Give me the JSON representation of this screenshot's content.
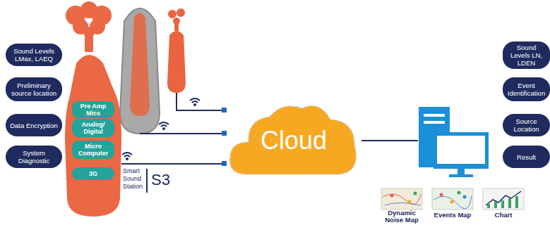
{
  "diagram": {
    "nodes": [
      {
        "text": [
          "Sound Levels LMax, LAEQ"
        ]
      },
      {
        "text": [
          "Preliminary source location"
        ]
      },
      {
        "text": [
          "Data Encryption"
        ]
      },
      {
        "text": [
          "System Diagnostic"
        ]
      },
      {
        "text": [
          "Pre Amp Mics"
        ]
      },
      {
        "text": [
          "Analog/ Digital"
        ]
      },
      {
        "text": [
          "Micro Computer"
        ]
      },
      {
        "text": [
          "3G"
        ]
      },
      {
        "text": [
          "Cloud"
        ]
      },
      {
        "text": [
          "Sound Levels LN, LDEN"
        ]
      },
      {
        "text": [
          "Event Identification"
        ]
      },
      {
        "text": [
          "Source Location"
        ]
      },
      {
        "text": [
          "Result"
        ]
      }
    ],
    "labels": [
      "Smart Sound Station",
      "S3",
      "Dynamic Noise Map",
      "Events Map",
      "Chart"
    ]
  }
}
